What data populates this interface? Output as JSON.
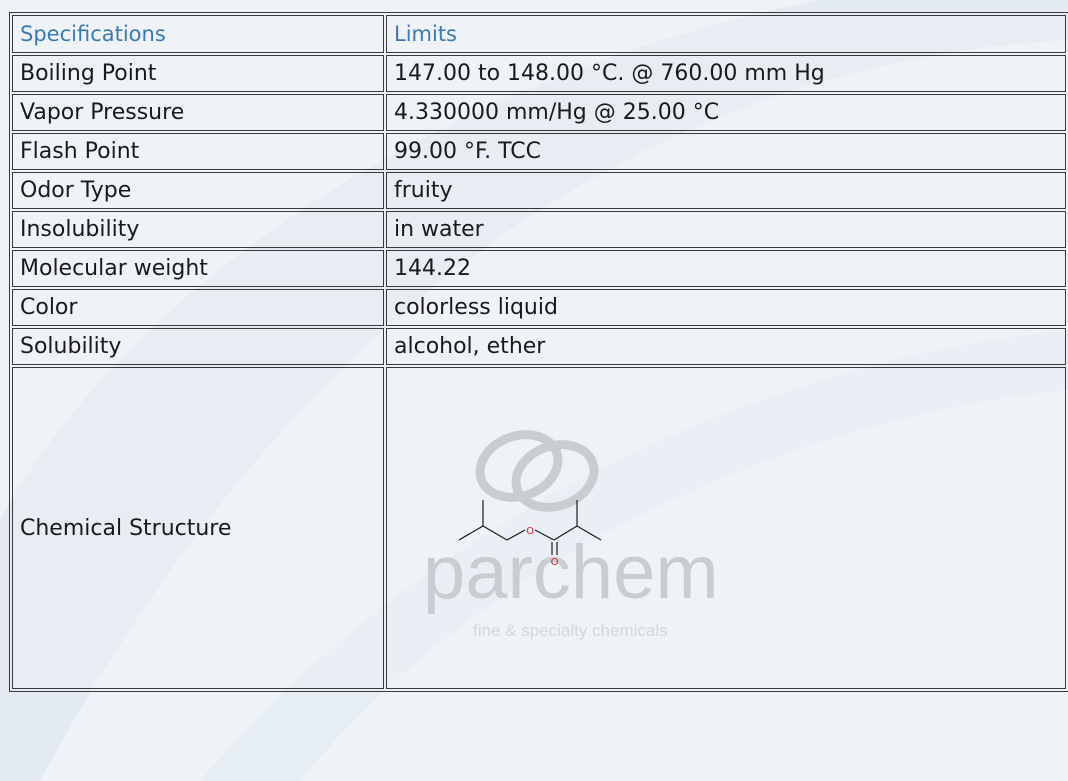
{
  "table": {
    "header": {
      "spec": "Specifications",
      "limit": "Limits"
    },
    "rows": [
      {
        "spec": "Boiling Point",
        "limit": "147.00 to 148.00 °C. @ 760.00 mm Hg"
      },
      {
        "spec": "Vapor Pressure",
        "limit": "4.330000 mm/Hg @ 25.00 °C"
      },
      {
        "spec": "Flash Point",
        "limit": "99.00 °F. TCC"
      },
      {
        "spec": "Odor Type",
        "limit": "fruity"
      },
      {
        "spec": "Insolubility",
        "limit": "in water"
      },
      {
        "spec": "Molecular weight",
        "limit": "144.22"
      },
      {
        "spec": "Color",
        "limit": "colorless liquid"
      },
      {
        "spec": "Solubility",
        "limit": "alcohol, ether"
      }
    ],
    "structure_row": {
      "spec": "Chemical Structure"
    }
  },
  "watermark": {
    "brand": "parchem",
    "tagline": "fine & specialty chemicals"
  },
  "molecule": {
    "atom_o1": "O",
    "atom_o2": "O"
  },
  "colors": {
    "header_text": "#3a79b7",
    "border": "#3a3a3a",
    "background": "#eef3f7",
    "watermark": "#c9ccd0",
    "oxygen_atom": "#e02020"
  }
}
